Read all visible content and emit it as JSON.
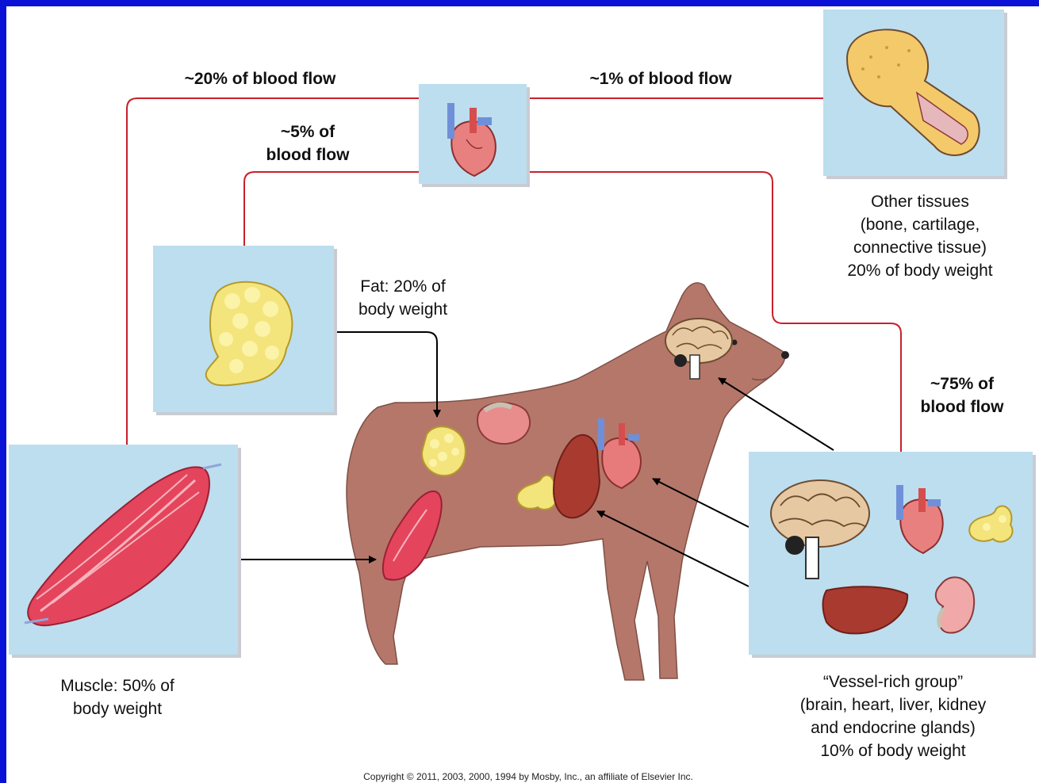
{
  "flows": {
    "muscle": "~20% of blood flow",
    "other": "~1% of blood flow",
    "fat_line1": "~5% of",
    "fat_line2": "blood flow",
    "vrg_line1": "~75% of",
    "vrg_line2": "blood flow"
  },
  "groups": {
    "fat": {
      "line1": "Fat: 20% of",
      "line2": "body weight"
    },
    "muscle": {
      "line1": "Muscle: 50% of",
      "line2": "body weight"
    },
    "other": {
      "line1": "Other tissues",
      "line2": "(bone, cartilage,",
      "line3": "connective tissue)",
      "line4": "20% of body weight"
    },
    "vessel_rich": {
      "line1": "“Vessel-rich group”",
      "line2": "(brain, heart, liver, kidney",
      "line3": "and endocrine glands)",
      "line4": "10% of body weight"
    }
  },
  "copyright": "Copyright © 2011, 2003, 2000, 1994 by Mosby, Inc., an affiliate of Elsevier Inc.",
  "colors": {
    "frame": "#0a12d8",
    "panel": "#bcdeef",
    "vessel_line": "#c8202c",
    "dog": "#b5776a"
  },
  "icons": [
    "heart-icon",
    "bone-icon",
    "fat-icon",
    "muscle-icon",
    "brain-icon",
    "liver-icon",
    "kidney-icon",
    "dog-illustration"
  ]
}
